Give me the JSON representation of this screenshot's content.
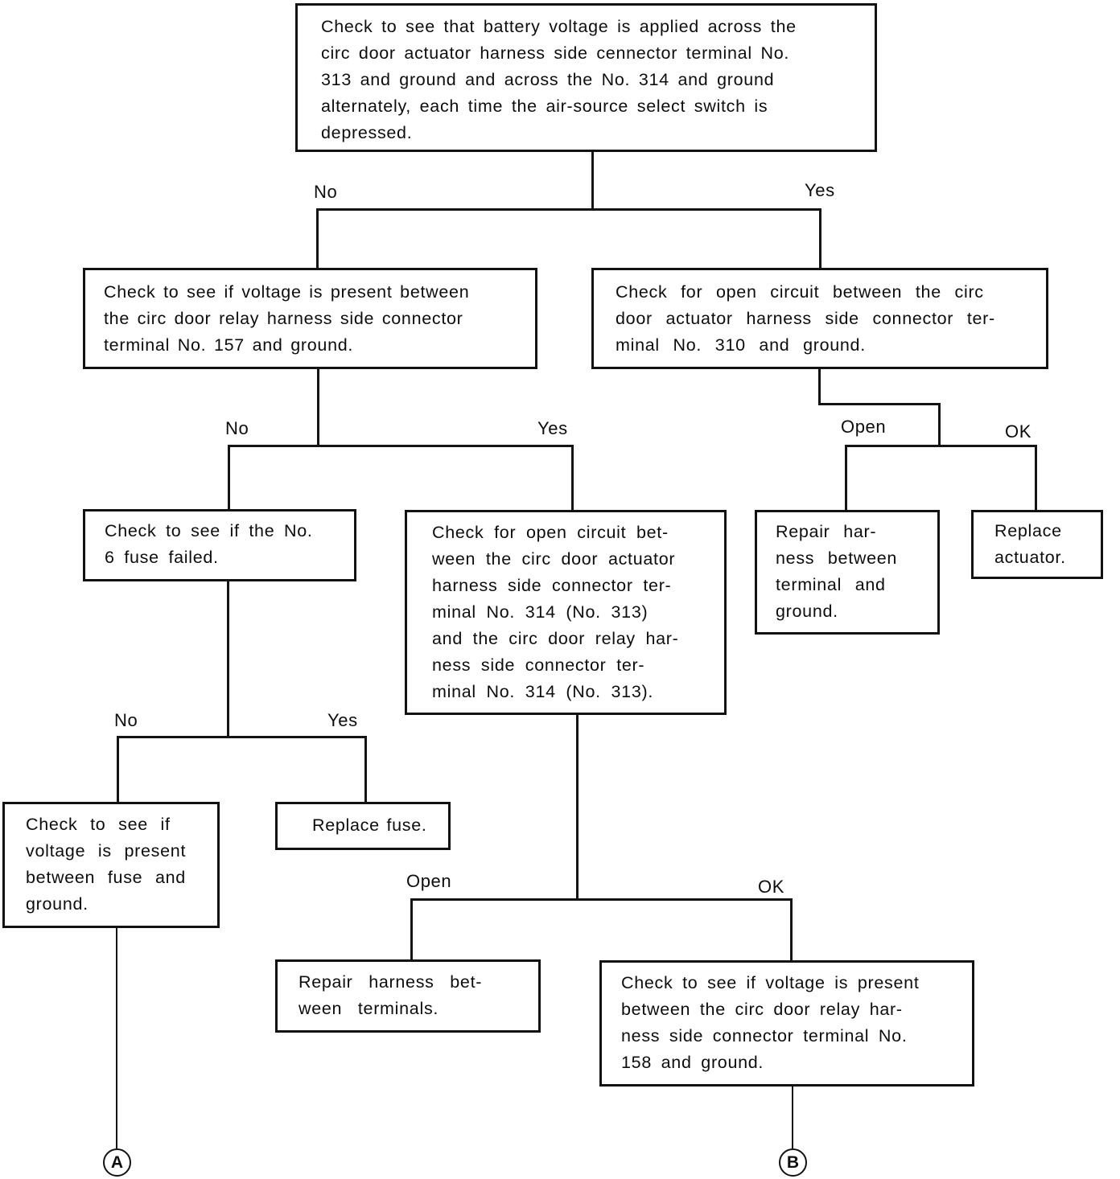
{
  "diagram": {
    "nodes": {
      "root": "Check to see that battery voltage is applied across the\ncirc door actuator harness side cennector terminal No.\n313 and ground and across the No. 314 and ground\nalternately, each time the air-source select switch is\ndepressed.",
      "check_157": "Check to see if voltage is present between\nthe circ door relay harness side connector\nterminal No. 157 and ground.",
      "check_310": "Check for open circuit between the circ\ndoor actuator harness side connector ter-\nminal No. 310 and ground.",
      "check_fuse": "Check to see if the No.\n6 fuse failed.",
      "check_314": "Check for open circuit bet-\nween the circ door actuator\nharness side connector ter-\nminal No. 314 (No. 313)\nand the circ door relay har-\nness side connector ter-\nminal No. 314 (No. 313).",
      "repair_ground": "Repair har-\nness between\nterminal and\nground.",
      "replace_actuator": "Replace\nactuator.",
      "check_volt_fuse": "Check to see if\nvoltage is present\nbetween fuse and\nground.",
      "replace_fuse": "Replace fuse.",
      "repair_terminals": "Repair harness bet-\nween terminals.",
      "check_158": "Check to see if voltage is present\nbetween the circ door relay har-\nness side connector terminal No.\n158 and ground."
    },
    "branch_labels": {
      "level1_no": "No",
      "level1_yes": "Yes",
      "level2_no": "No",
      "level2_yes": "Yes",
      "level2_open": "Open",
      "level2_ok": "OK",
      "level3_no": "No",
      "level3_yes": "Yes",
      "level3_open": "Open",
      "level3_ok": "OK"
    },
    "terminals": {
      "a": "A",
      "b": "B"
    }
  }
}
